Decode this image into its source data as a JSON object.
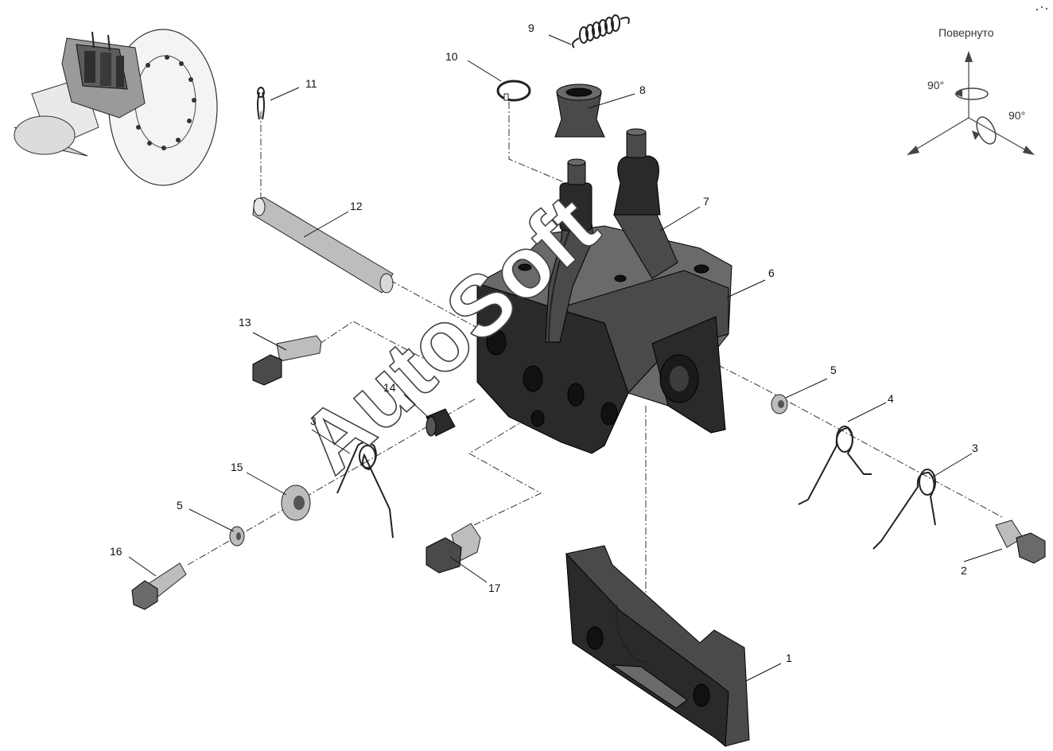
{
  "watermark": "AutoSoft",
  "orientation": {
    "title": "Повернуто",
    "angle_vertical": "90°",
    "angle_horizontal": "90°"
  },
  "callouts": {
    "c1": "1",
    "c2": "2",
    "c3a": "3",
    "c3b": "3",
    "c4": "4",
    "c5a": "5",
    "c5b": "5",
    "c6": "6",
    "c7": "7",
    "c8": "8",
    "c9": "9",
    "c10": "10",
    "c11": "11",
    "c12": "12",
    "c13": "13",
    "c14": "14",
    "c15": "15",
    "c16": "16",
    "c17": "17"
  },
  "colors": {
    "part_dark": "#2a2a2a",
    "part_light": "#bdbdbd",
    "leader": "#111111"
  }
}
